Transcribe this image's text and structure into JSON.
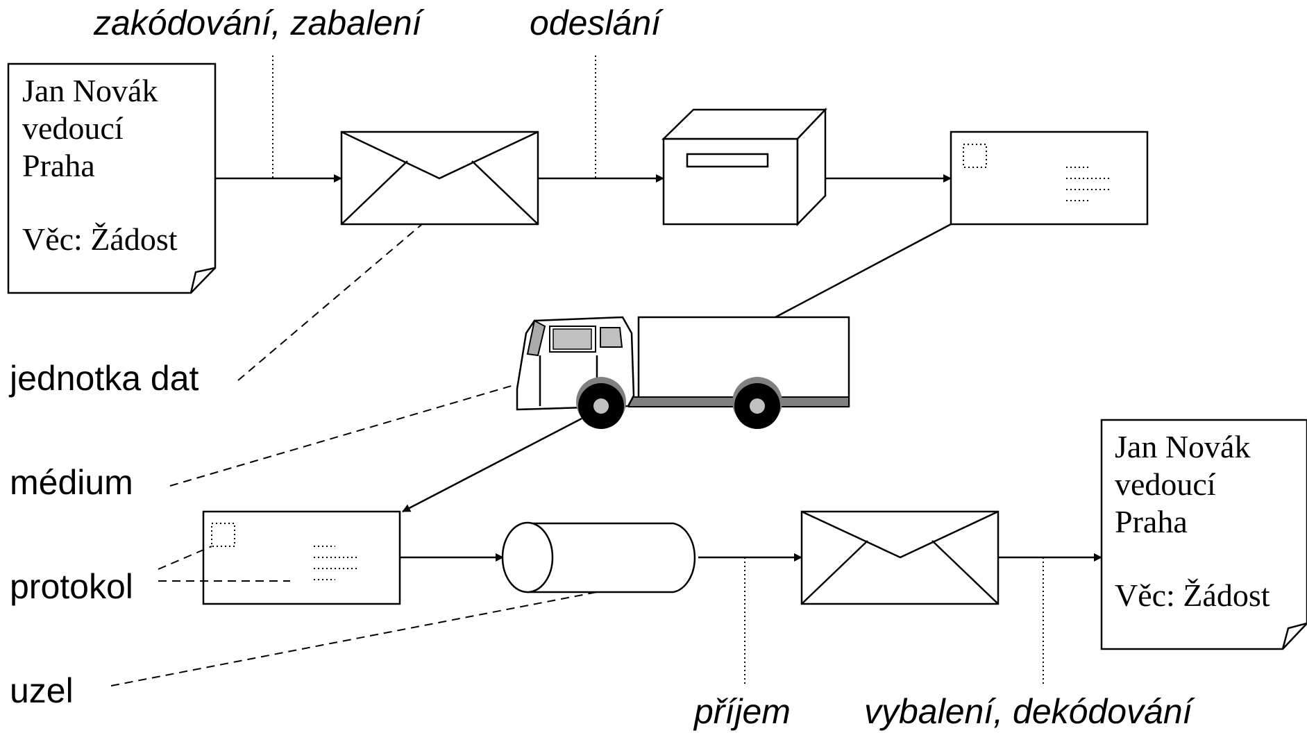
{
  "steps": {
    "encode": "zakódování, zabalení",
    "send": "odeslání",
    "receive": "příjem",
    "decode": "vybalení, dekódování"
  },
  "terms": {
    "data_unit": "jednotka dat",
    "medium": "médium",
    "protocol": "protokol",
    "node": "uzel"
  },
  "source_letter": {
    "line1": "Jan Novák",
    "line2": "vedoucí",
    "line3": "Praha",
    "line4": "Věc: Žádost"
  },
  "dest_letter": {
    "line1": "Jan Novák",
    "line2": "vedoucí",
    "line3": "Praha",
    "line4": "Věc: Žádost"
  }
}
